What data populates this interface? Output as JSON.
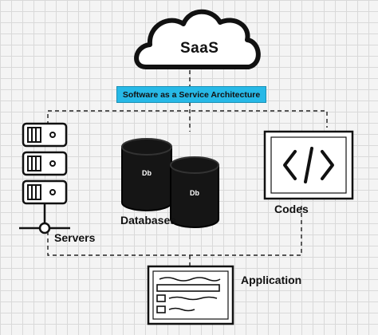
{
  "cloud": {
    "label": "SaaS"
  },
  "banner": {
    "label": "Software as a Service Architecture"
  },
  "servers": {
    "label": "Servers"
  },
  "databases": {
    "label": "Databases",
    "db1": "Db",
    "db2": "Db"
  },
  "codes": {
    "label": "Codes",
    "symbol": "</>"
  },
  "application": {
    "label": "Application"
  },
  "colors": {
    "banner": "#27b9e7",
    "ink": "#111111",
    "db_fill": "#151515"
  }
}
